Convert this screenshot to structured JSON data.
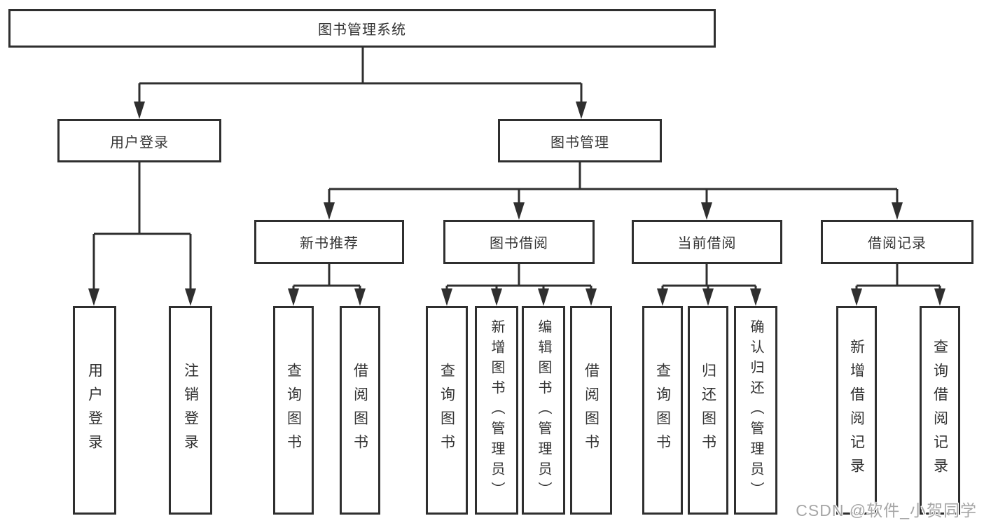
{
  "tree": {
    "label": "图书管理系统",
    "children": [
      {
        "label": "用户登录",
        "children": [
          {
            "label": "用户登录"
          },
          {
            "label": "注销登录"
          }
        ]
      },
      {
        "label": "图书管理",
        "children": [
          {
            "label": "新书推荐",
            "children": [
              {
                "label": "查询图书"
              },
              {
                "label": "借阅图书"
              }
            ]
          },
          {
            "label": "图书借阅",
            "children": [
              {
                "label": "查询图书"
              },
              {
                "label": "新增图书（管理员）"
              },
              {
                "label": "编辑图书（管理员）"
              },
              {
                "label": "借阅图书"
              }
            ]
          },
          {
            "label": "当前借阅",
            "children": [
              {
                "label": "查询图书"
              },
              {
                "label": "归还图书"
              },
              {
                "label": "确认归还（管理员）"
              }
            ]
          },
          {
            "label": "借阅记录",
            "children": [
              {
                "label": "新增借阅记录"
              },
              {
                "label": "查询借阅记录"
              }
            ]
          }
        ]
      }
    ]
  },
  "watermark": {
    "text": "CSDN @软件_小贺同学"
  },
  "colors": {
    "line": "#2f2f2f",
    "text": "#333333",
    "background": "#ffffff",
    "watermark": "#a6a6a6"
  }
}
